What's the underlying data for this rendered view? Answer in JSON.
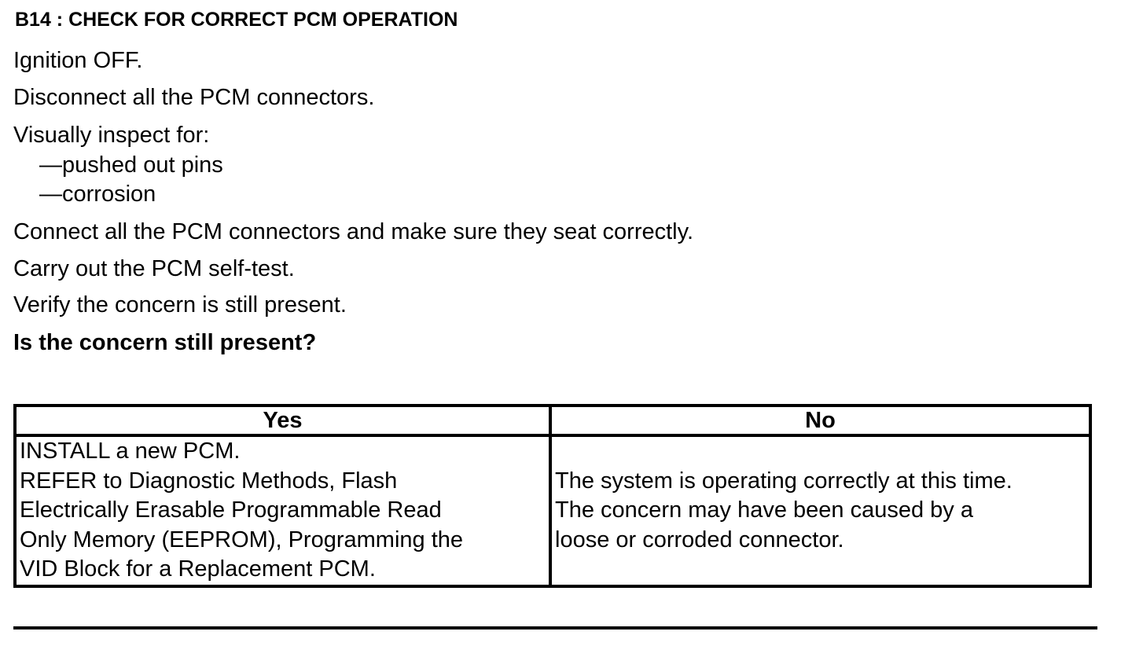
{
  "title": "B14 : CHECK FOR CORRECT PCM OPERATION",
  "steps": [
    "Ignition OFF.",
    "Disconnect all the PCM connectors.",
    "Visually inspect for:"
  ],
  "inspect_items": [
    "—pushed out pins",
    "—corrosion"
  ],
  "steps_after": [
    "Connect all the PCM connectors and make sure they seat correctly.",
    "Carry out the PCM self-test.",
    "Verify the concern is still present."
  ],
  "question": "Is the concern still present?",
  "table": {
    "headers": [
      "Yes",
      "No"
    ],
    "yes_lines": [
      "INSTALL a new PCM.",
      "REFER to Diagnostic Methods, Flash",
      "Electrically Erasable Programmable Read",
      "Only Memory (EEPROM), Programming the",
      "VID Block for a Replacement PCM."
    ],
    "no_lines": [
      "The system is operating correctly at this time.",
      "The concern may have been caused by a",
      "loose or corroded connector."
    ]
  }
}
